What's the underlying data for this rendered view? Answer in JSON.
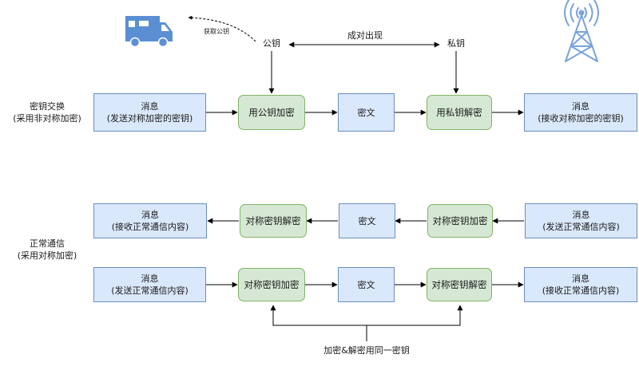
{
  "key_exchange": {
    "title_line1": "密钥交换",
    "title_line2": "(采用非对称加密)",
    "truck_label": "获取公钥",
    "public_key_label": "公钥",
    "private_key_label": "私钥",
    "pair_label": "成对出现",
    "msg_send_line1": "消息",
    "msg_send_line2": "(发送对称加密的密钥)",
    "encrypt_label": "用公钥加密",
    "cipher_label": "密文",
    "decrypt_label": "用私钥解密",
    "msg_recv_line1": "消息",
    "msg_recv_line2": "(接收对称加密的密钥)"
  },
  "normal_comm": {
    "title_line1": "正常通信",
    "title_line2": "(采用对称加密)",
    "row1": {
      "msg_left_line1": "消息",
      "msg_left_line2": "(接收正常通信内容)",
      "decrypt_label": "对称密钥解密",
      "cipher_label": "密文",
      "encrypt_label": "对称密钥加密",
      "msg_right_line1": "消息",
      "msg_right_line2": "(发送正常通信内容)"
    },
    "row2": {
      "msg_left_line1": "消息",
      "msg_left_line2": "(发送正常通信内容)",
      "encrypt_label": "对称密钥加密",
      "cipher_label": "密文",
      "decrypt_label": "对称密钥解密",
      "msg_right_line1": "消息",
      "msg_right_line2": "(接收正常通信内容)"
    },
    "same_key_label": "加密&解密用同一密钥"
  },
  "colors": {
    "blue_fill": "#dae8fc",
    "blue_stroke": "#6c8ebf",
    "green_fill": "#d5e8d4",
    "green_stroke": "#82b366",
    "truck": "#5b8fd4",
    "tower": "#7aa3d9"
  },
  "icons": {
    "truck": "truck-icon",
    "tower": "radio-tower-icon"
  }
}
